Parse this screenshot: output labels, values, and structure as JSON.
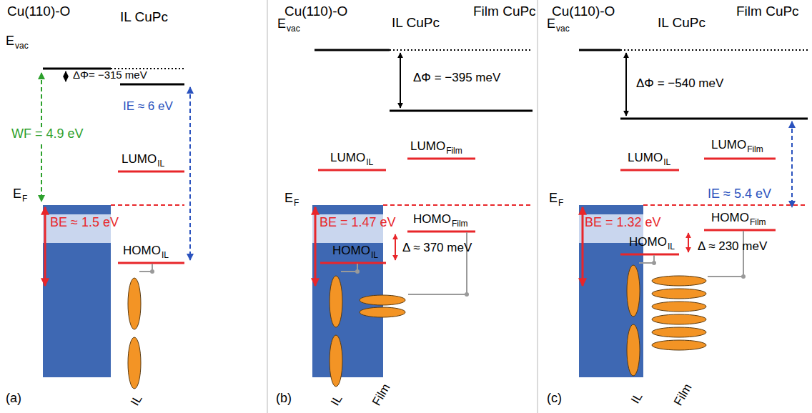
{
  "diagram": {
    "labels": [
      "Cu(110)-O",
      "IL CuPc",
      "E",
      "vac",
      "ΔΦ= −315 meV",
      "WF = 4.9 eV",
      "IE ≈ 6 eV",
      "LUMO",
      "IL",
      "E",
      "F",
      "BE ≈ 1.5 eV",
      "HOMO",
      "IL",
      "IL",
      "(a)",
      "Cu(110)-O",
      "IL CuPc",
      "Film CuPc",
      "E",
      "vac",
      "ΔΦ = −395 meV",
      "LUMO",
      "IL",
      "LUMO",
      "Film",
      "E",
      "F",
      "BE = 1.47 eV",
      "HOMO",
      "IL",
      "HOMO",
      "Film",
      "Δ ≈ 370 meV",
      "IL",
      "Film",
      "(b)",
      "Cu(110)-O",
      "IL CuPc",
      "Film CuPc",
      "E",
      "vac",
      "ΔΦ = −540 meV",
      "LUMO",
      "IL",
      "LUMO",
      "Film",
      "IE ≈ 5.4 eV",
      "E",
      "F",
      "BE = 1.32 eV",
      "HOMO",
      "IL",
      "HOMO",
      "Film",
      "Δ ≈ 230 meV",
      "IL",
      "Film",
      "(c)"
    ]
  }
}
